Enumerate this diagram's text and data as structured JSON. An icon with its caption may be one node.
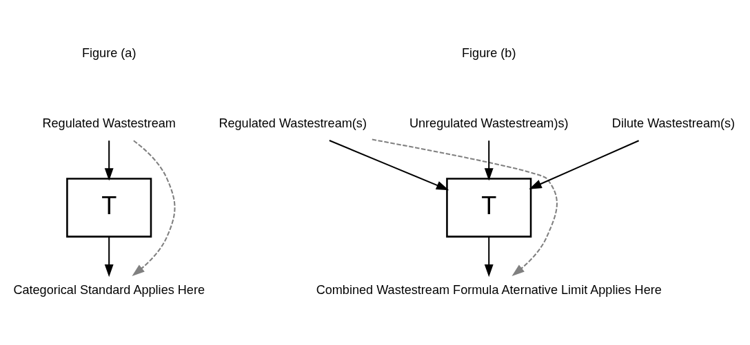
{
  "diagram": {
    "nodes": [
      {
        "text": [
          "Regulated Wastestream"
        ]
      },
      {
        "text": [
          "T"
        ]
      },
      {
        "text": [
          "Categorical Standard Applies Here"
        ]
      },
      {
        "text": [
          "Regulated Wastestream(s)"
        ]
      },
      {
        "text": [
          "Unregulated Wastestream)s)"
        ]
      },
      {
        "text": [
          "Dilute Wastestream(s)"
        ]
      },
      {
        "text": [
          "T"
        ]
      },
      {
        "text": [
          "Combined Wastestream Formula Aternative Limit Applies Here"
        ]
      }
    ],
    "edges": [
      {
        "from": 0,
        "to": 1,
        "arrow": "to"
      },
      {
        "from": 1,
        "to": 2,
        "arrow": "to"
      },
      {
        "from": 0,
        "to": 2,
        "arrow": "to",
        "style": "dashed",
        "color": "#808080"
      },
      {
        "from": 3,
        "to": 6,
        "arrow": "to"
      },
      {
        "from": 4,
        "to": 6,
        "arrow": "to"
      },
      {
        "from": 5,
        "to": 6,
        "arrow": "to"
      },
      {
        "from": 6,
        "to": 7,
        "arrow": "to"
      },
      {
        "from": 3,
        "to": 7,
        "arrow": "to",
        "style": "dashed",
        "color": "#808080"
      }
    ],
    "labels": [
      "Figure (a)",
      "Figure (b)"
    ]
  }
}
